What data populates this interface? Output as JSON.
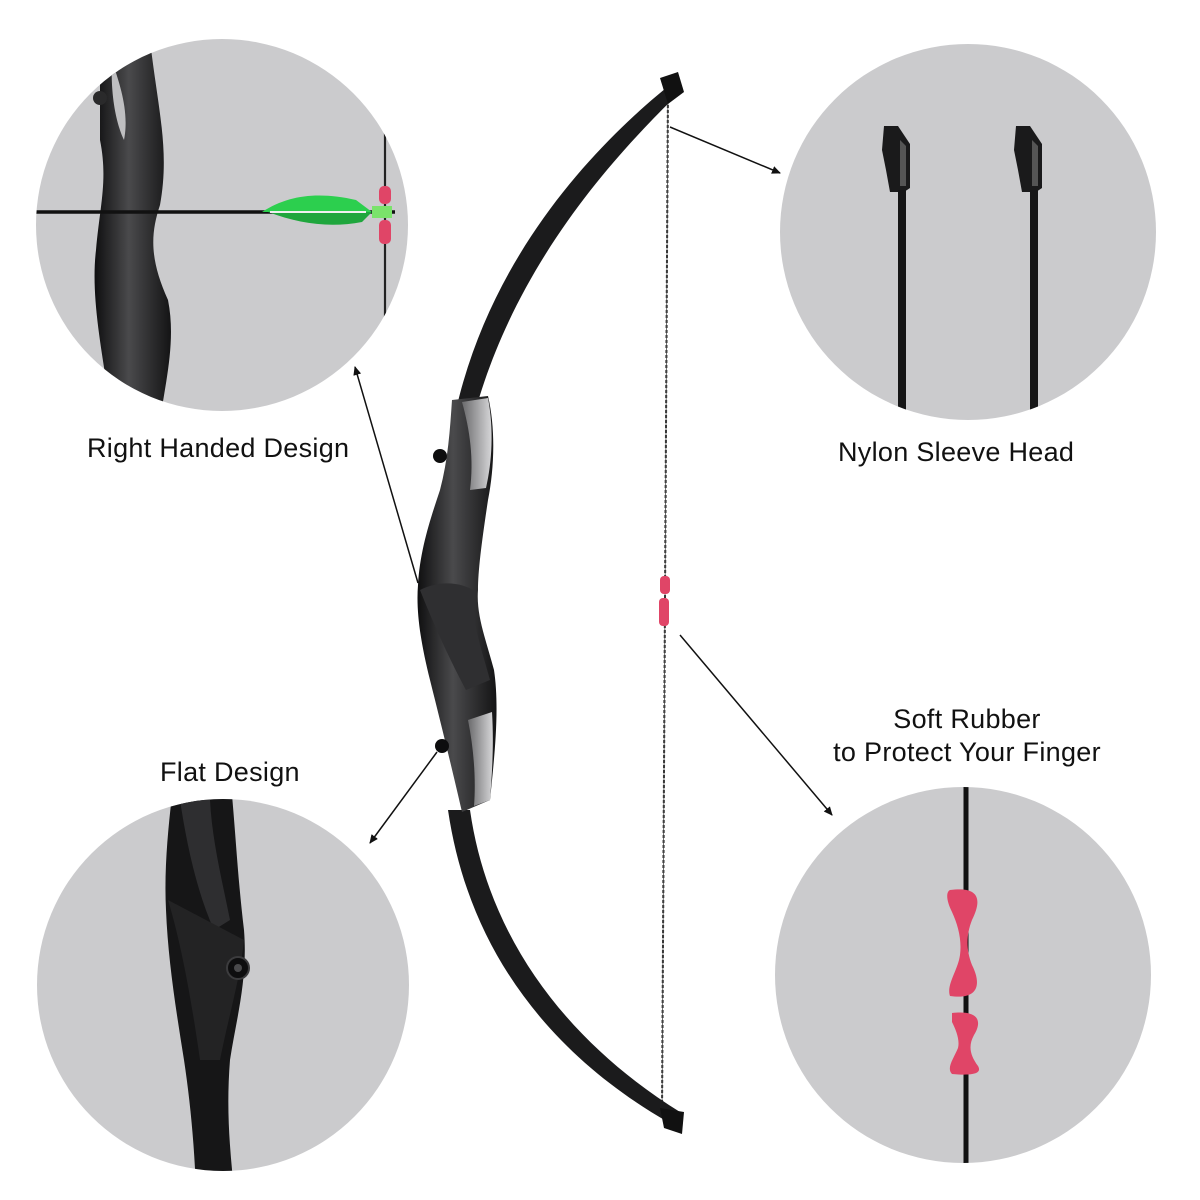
{
  "labels": {
    "right_handed": "Right Handed Design",
    "nylon_sleeve": "Nylon Sleeve Head",
    "flat_design": "Flat Design",
    "soft_rubber_line1": "Soft Rubber",
    "soft_rubber_line2": "to Protect Your Finger"
  },
  "colors": {
    "circle_bg": "#cbcbcd",
    "bow_body": "#1b1b1c",
    "rubber": "#e04567",
    "arrow_fletch": "#2ccf4e"
  }
}
